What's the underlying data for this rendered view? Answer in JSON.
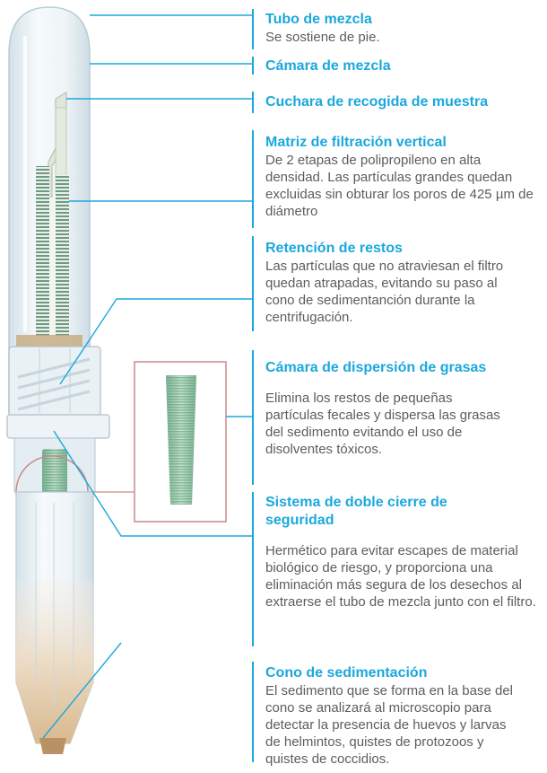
{
  "labels": [
    {
      "title": "Tubo de mezcla",
      "desc": "Se sostiene de pie."
    },
    {
      "title": "Cámara de mezcla",
      "desc": ""
    },
    {
      "title": "Cuchara de recogida de muestra",
      "desc": ""
    },
    {
      "title": "Matriz de filtración vertical",
      "desc": "De 2 etapas de polipropileno en alta densidad. Las partículas grandes quedan excluidas sin obturar los poros de 425 µm de diámetro"
    },
    {
      "title": "Retención de restos",
      "desc": "Las partículas que no atraviesan el filtro quedan atrapadas, evitando su paso al cono de sedimentanción durante la centrifugación."
    },
    {
      "title": "Cámara de dispersión de grasas",
      "desc": "Elimina los restos de pequeñas partículas fecales y dispersa las grasas del sedimento evitando el uso de disolventes tóxicos."
    },
    {
      "title": "Sistema de doble cierre de seguridad",
      "desc": "Hermético para evitar escapes de material biológico de riesgo, y proporciona una eliminación más segura de los desechos al extraerse el tubo de mezcla junto con el filtro."
    },
    {
      "title": "Cono de sedimentación",
      "desc": "El sedimento que se forma en la base del cono se analizará al microscopio para detectar la presencia de huevos y larvas de helmintos, quistes de protozoos y quistes de coccidios."
    }
  ],
  "colors": {
    "accent": "#1aa8dd",
    "text": "#5d5d5d",
    "tube": "#e9f1f5",
    "filter": "#9cc7ad",
    "sediment": "#c9a577",
    "zoom_frame": "#c98a8a"
  }
}
